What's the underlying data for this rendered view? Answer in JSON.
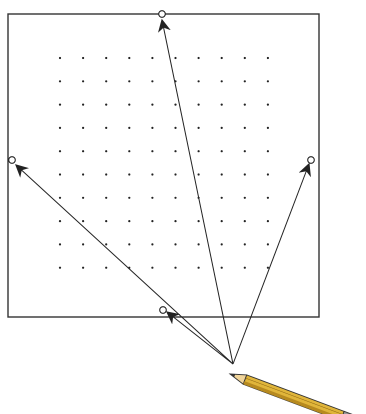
{
  "diagram": {
    "grid": {
      "rows": 10,
      "cols": 10
    },
    "targets": [
      "top",
      "left",
      "right",
      "bottom"
    ],
    "colors": {
      "frame": "#333333",
      "dot": "#222222",
      "line": "#222222",
      "pencil_body": "#e0b53a",
      "pencil_shadow": "#b78a1f",
      "pencil_wood": "#f0d49a",
      "pencil_lead": "#333333",
      "pencil_ferrule": "#9a9a9a",
      "pencil_eraser": "#d99a9a"
    }
  }
}
